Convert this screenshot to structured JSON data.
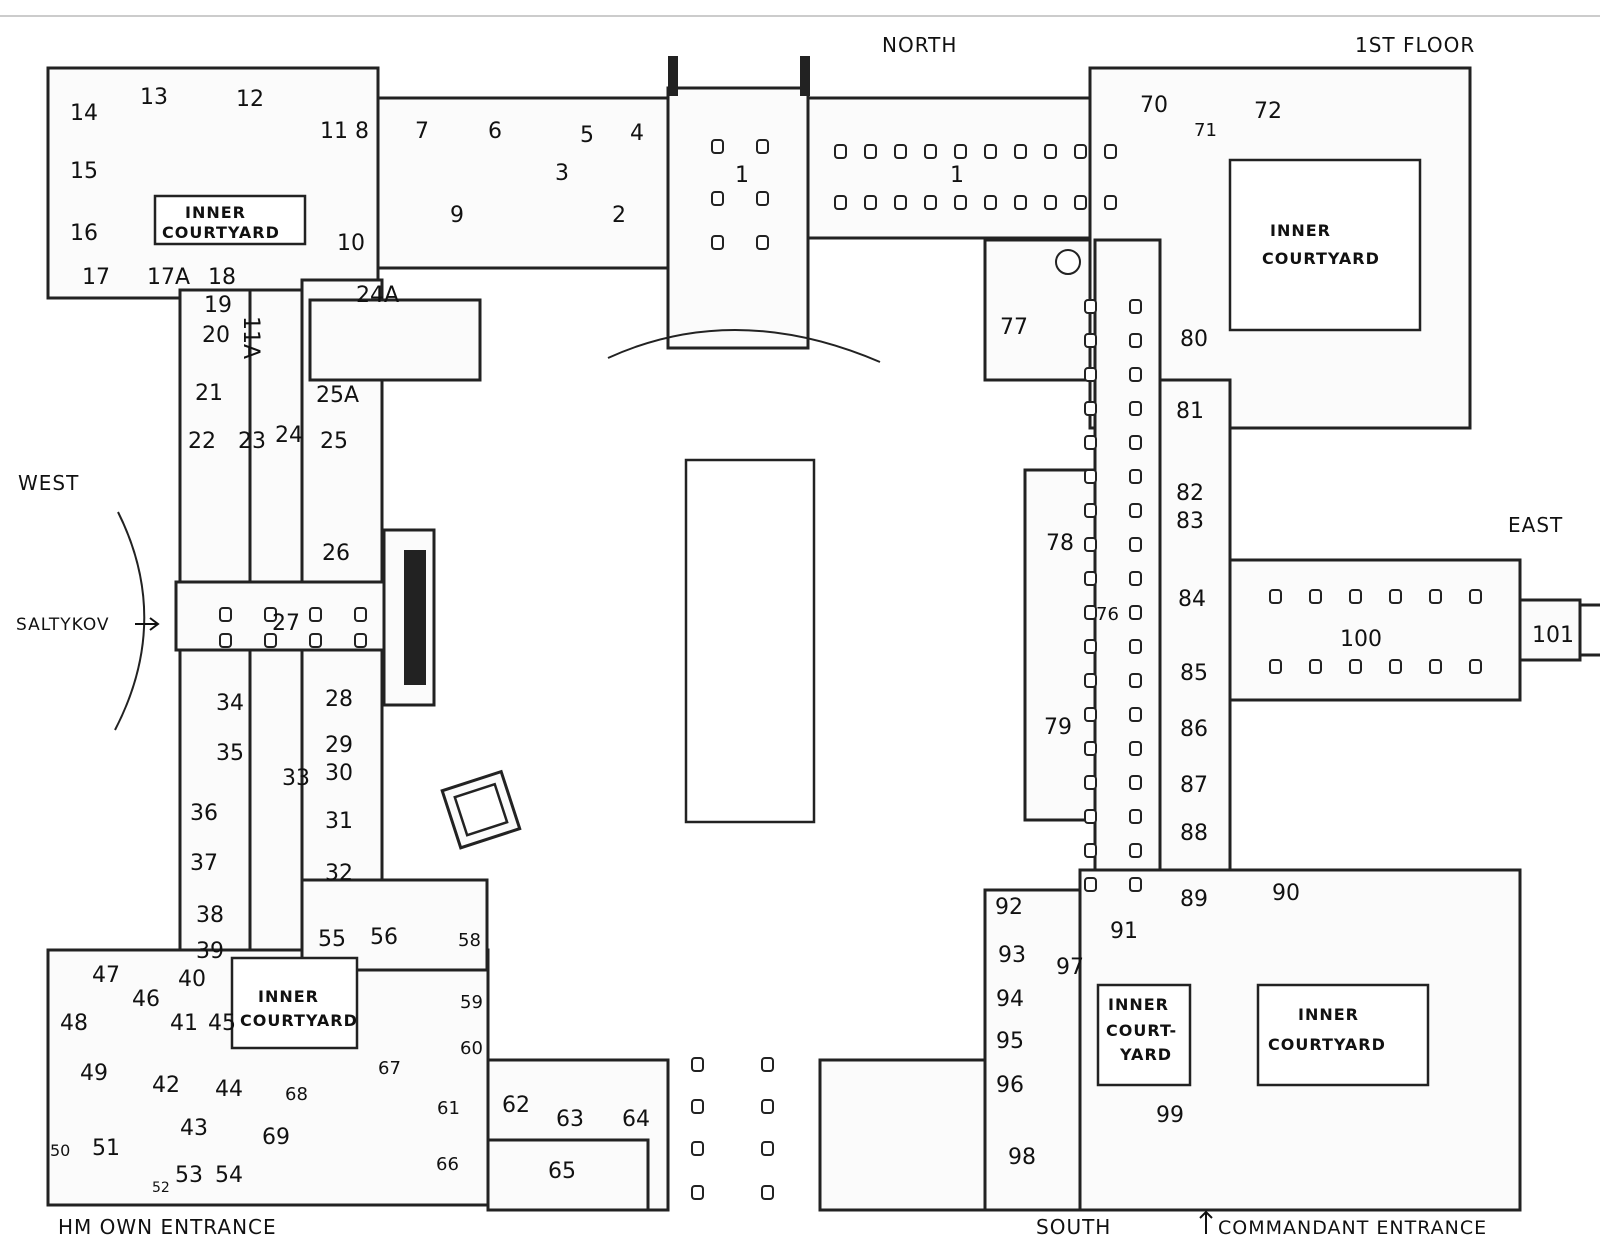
{
  "floor_label": "1ST FLOOR",
  "directions": {
    "north": "NORTH",
    "south": "SOUTH",
    "east": "EAST",
    "west": "WEST"
  },
  "entrances": {
    "saltykov": "SALTYKOV",
    "hm_own": "HM OWN ENTRANCE",
    "commandant": "COMMANDANT ENTRANCE"
  },
  "courtyards": {
    "nw": [
      "INNER",
      "COURTYARD"
    ],
    "ne": [
      "INNER",
      "COURTYARD"
    ],
    "sw": [
      "INNER",
      "COURTYARD"
    ],
    "se_small": [
      "INNER",
      "COURT-",
      "YARD"
    ],
    "se": [
      "INNER",
      "COURTYARD"
    ]
  },
  "rooms": [
    "1",
    "1",
    "2",
    "3",
    "4",
    "5",
    "6",
    "7",
    "8",
    "9",
    "10",
    "11",
    "12",
    "13",
    "14",
    "15",
    "16",
    "17",
    "17A",
    "18",
    "19",
    "20",
    "11A",
    "21",
    "22",
    "23",
    "24",
    "24A",
    "25A",
    "25",
    "26",
    "27",
    "28",
    "29",
    "30",
    "31",
    "32",
    "33",
    "34",
    "35",
    "36",
    "37",
    "38",
    "39",
    "40",
    "41",
    "42",
    "43",
    "44",
    "45",
    "46",
    "47",
    "48",
    "49",
    "50",
    "51",
    "52",
    "53",
    "54",
    "55",
    "56",
    "58",
    "59",
    "60",
    "61",
    "62",
    "63",
    "64",
    "65",
    "66",
    "67",
    "68",
    "69",
    "70",
    "71",
    "72",
    "76",
    "77",
    "78",
    "79",
    "80",
    "81",
    "82",
    "83",
    "84",
    "85",
    "86",
    "87",
    "88",
    "89",
    "90",
    "91",
    "92",
    "93",
    "94",
    "95",
    "96",
    "97",
    "98",
    "99",
    "100",
    "101"
  ]
}
